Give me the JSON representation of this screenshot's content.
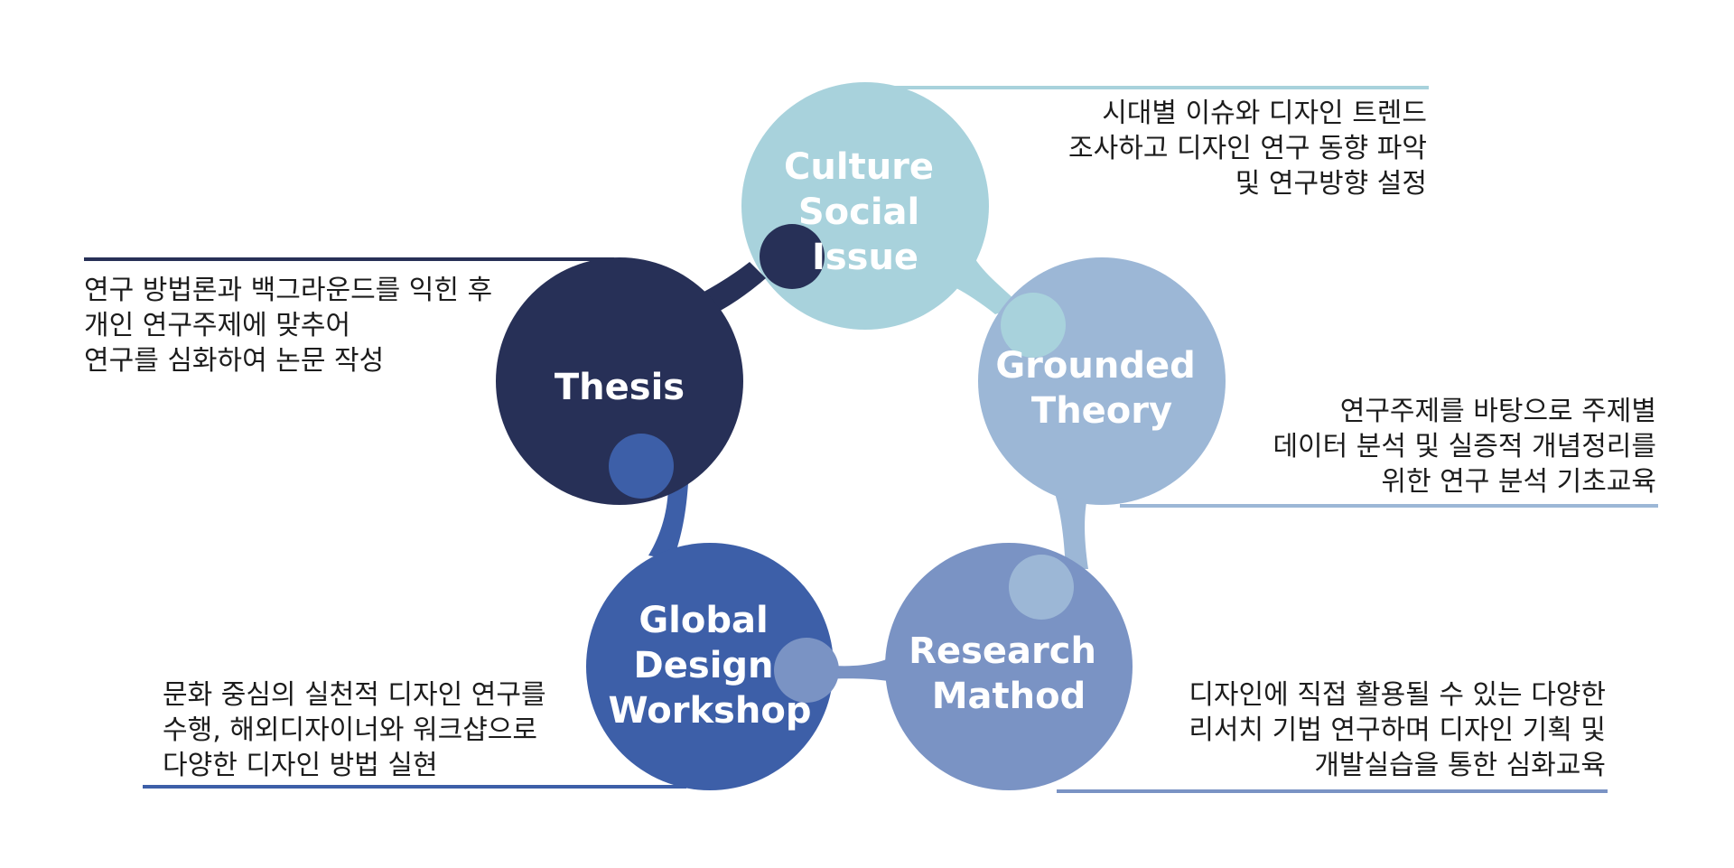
{
  "nodes": {
    "culture": {
      "lines": [
        "Culture",
        "Social",
        "Issue"
      ],
      "color": "#a8d2dc"
    },
    "grounded": {
      "lines": [
        "Grounded",
        "Theory"
      ],
      "color": "#9cb7d6"
    },
    "research": {
      "lines": [
        "Research",
        "Mathod"
      ],
      "color": "#7a93c4"
    },
    "global": {
      "lines": [
        "Global",
        "Design",
        "Workshop"
      ],
      "color": "#3d5fa8"
    },
    "thesis": {
      "lines": [
        "Thesis"
      ],
      "color": "#273057"
    }
  },
  "captions": {
    "culture": [
      "시대별 이슈와 디자인 트렌드",
      "조사하고 디자인 연구 동향 파악",
      "및 연구방향 설정"
    ],
    "grounded": [
      "연구주제를 바탕으로 주제별",
      "데이터 분석 및 실증적 개념정리를",
      "위한 연구 분석 기초교육"
    ],
    "research": [
      "디자인에 직접 활용될 수 있는 다양한",
      "리서치 기법 연구하며 디자인 기획 및",
      "개발실습을 통한 심화교육"
    ],
    "global": [
      "문화 중심의 실천적 디자인 연구를",
      "수행, 해외디자이너와 워크샵으로",
      "다양한 디자인 방법 실현"
    ],
    "thesis": [
      "연구 방법론과 백그라운드를 익힌 후",
      "개인 연구주제에 맞추어",
      "연구를 심화하여 논문 작성"
    ]
  }
}
